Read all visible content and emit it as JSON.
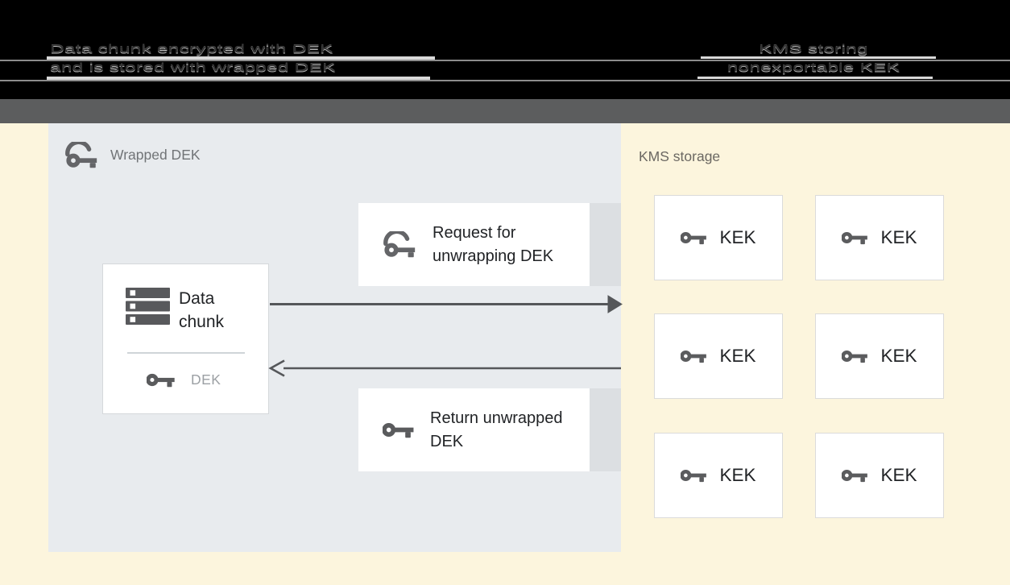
{
  "header": {
    "caption_left_line1": "Data chunk encrypted with DEK",
    "caption_left_line2": "and is stored with wrapped DEK",
    "caption_right_line1": "KMS storing",
    "caption_right_line2": "nonexportable KEK"
  },
  "dek_panel": {
    "label": "Wrapped DEK",
    "data_chunk": {
      "title": "Data chunk",
      "key_label": "DEK"
    },
    "request_box": {
      "text": "Request for unwrapping DEK"
    },
    "return_box": {
      "text": "Return unwrapped DEK"
    }
  },
  "kms_panel": {
    "label": "KMS storage",
    "keks": [
      {
        "label": "KEK"
      },
      {
        "label": "KEK"
      },
      {
        "label": "KEK"
      },
      {
        "label": "KEK"
      },
      {
        "label": "KEK"
      },
      {
        "label": "KEK"
      }
    ]
  },
  "icons": {
    "wrapped_key": "wrapped-key-icon",
    "plain_key": "key-icon",
    "data_chunk": "storage-stack-icon"
  },
  "colors": {
    "page_bg": "#fcf5dd",
    "header_bg": "#000000",
    "separator_bar": "#5c5d5e",
    "dek_panel_bg": "#e8ebee",
    "card_bg": "#ffffff",
    "card_strip": "#dcdfe2",
    "arrow": "#55575a",
    "icon_gray": "#646568",
    "text_dark": "#212326",
    "text_gray": "#9ca0a4",
    "kms_label": "#6b6862"
  }
}
